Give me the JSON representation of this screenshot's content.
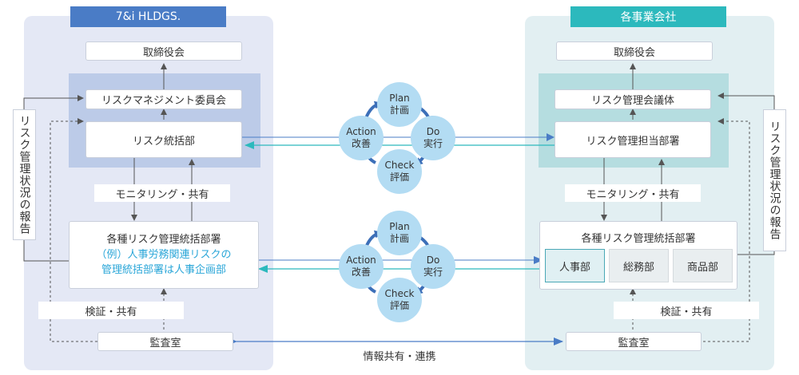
{
  "left": {
    "title": "7&i HLDGS.",
    "board": "取締役会",
    "committee": "リスクマネジメント委員会",
    "office": "リスク統括部",
    "monitor": "モニタリング・共有",
    "dept_title": "各種リスク管理統括部署",
    "dept_note1": "（例）人事労務関連リスクの",
    "dept_note2": "管理統括部署は人事企画部",
    "verify": "検証・共有",
    "audit": "監査室",
    "report": "リスク管理状況の報告"
  },
  "right": {
    "title": "各事業会社",
    "board": "取締役会",
    "committee": "リスク管理会議体",
    "office": "リスク管理担当部署",
    "monitor": "モニタリング・共有",
    "dept_title": "各種リスク管理統括部署",
    "departments": [
      "人事部",
      "総務部",
      "商品部"
    ],
    "verify": "検証・共有",
    "audit": "監査室",
    "report": "リスク管理状況の報告"
  },
  "pdca_top": {
    "plan": [
      "Plan",
      "計画"
    ],
    "do": [
      "Do",
      "実行"
    ],
    "check": [
      "Check",
      "評価"
    ],
    "action": [
      "Action",
      "改善"
    ]
  },
  "pdca_bottom": {
    "plan": [
      "Plan",
      "計画"
    ],
    "do": [
      "Do",
      "実行"
    ],
    "check": [
      "Check",
      "評価"
    ],
    "action": [
      "Action",
      "改善"
    ]
  },
  "info_share": "情報共有・連携",
  "colors": {
    "left_accent": "#4a7cc6",
    "right_accent": "#2cb9bd",
    "circle_fill": "#b3dcf3",
    "arrow_blue": "#4a7cc6",
    "arrow_teal": "#2cb9bd"
  }
}
